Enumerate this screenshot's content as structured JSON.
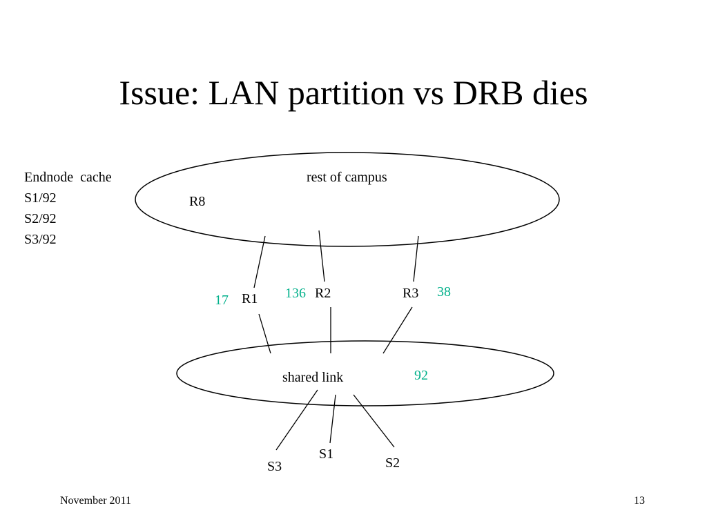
{
  "slide": {
    "title": "Issue:  LAN partition vs DRB dies",
    "footer_date": "November 2011",
    "page_number": "13"
  },
  "cache": {
    "heading": "Endnode  cache",
    "entries": [
      "S1/92",
      "S2/92",
      "S3/92"
    ]
  },
  "diagram": {
    "campus_label": "rest of campus",
    "shared_link_label": "shared link",
    "shared_link_metric": "92",
    "routers": [
      {
        "name": "R8"
      },
      {
        "name": "R1",
        "metric": "17"
      },
      {
        "name": "R2",
        "metric": "136"
      },
      {
        "name": "R3",
        "metric": "38"
      }
    ],
    "stations": [
      {
        "name": "S1"
      },
      {
        "name": "S2"
      },
      {
        "name": "S3"
      }
    ],
    "metric_color": "#00b08a"
  }
}
